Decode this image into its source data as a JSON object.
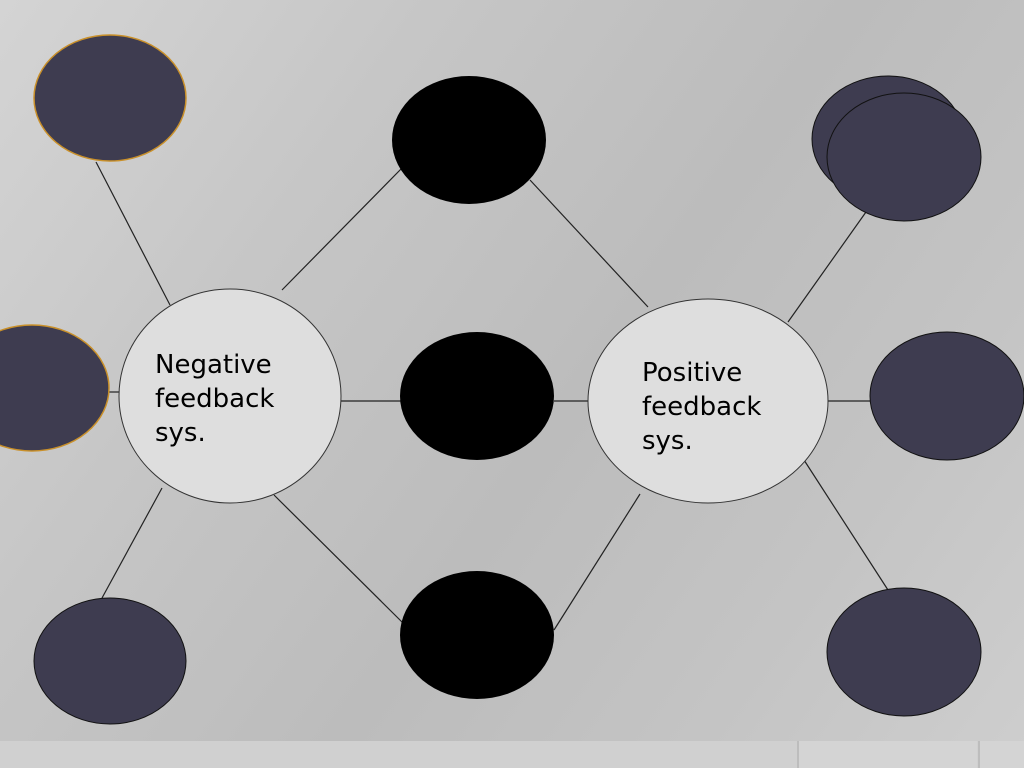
{
  "diagram": {
    "hubs": [
      {
        "id": "negative",
        "lines": [
          "Negative",
          "feedback",
          "sys."
        ]
      },
      {
        "id": "positive",
        "lines": [
          "Positive",
          "feedback",
          "sys."
        ]
      }
    ]
  },
  "colors": {
    "hub_fill": "#dedede",
    "outer_node_fill": "#3e3c50",
    "middle_node_fill": "#000000",
    "highlight_stroke": "#c9902a",
    "connector": "#222222"
  }
}
